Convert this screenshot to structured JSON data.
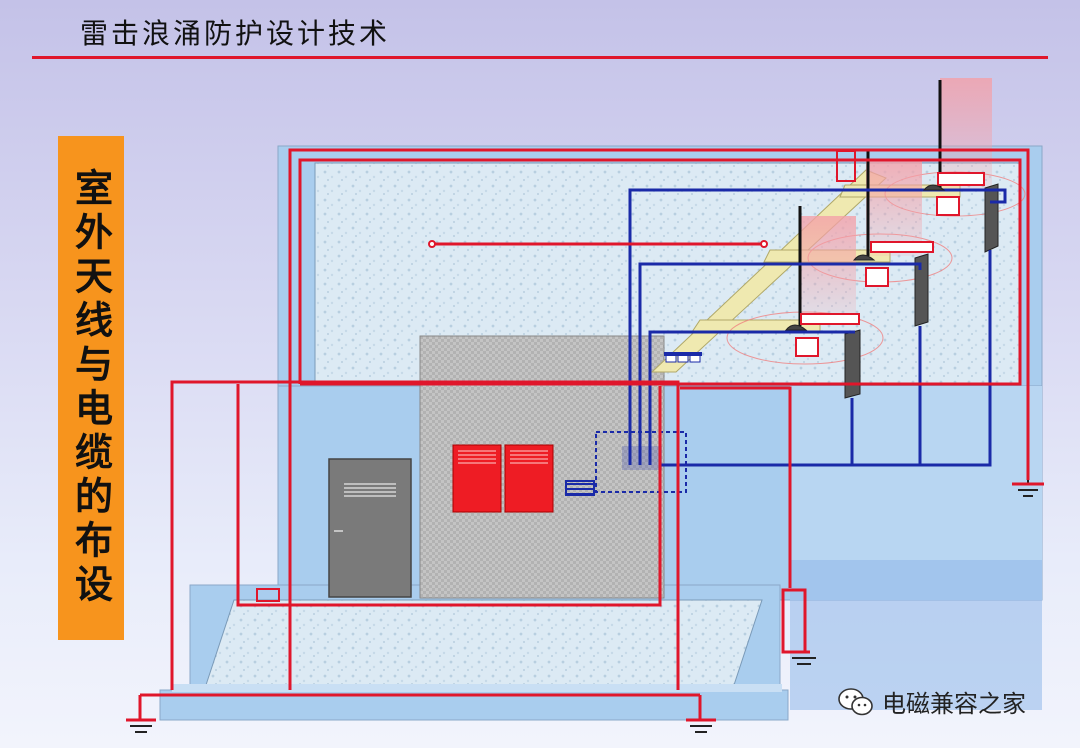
{
  "header": {
    "title": "雷击浪涌防护设计技术"
  },
  "side_label": "室外天线与电缆的布设",
  "watermark": {
    "text": "电磁兼容之家",
    "icon": "wechat-icon"
  },
  "colors": {
    "grounding_wire": "#e0162b",
    "signal_cable": "#1a2aa8",
    "label_bg": "#f7941d",
    "title_rule": "#e0162b"
  }
}
